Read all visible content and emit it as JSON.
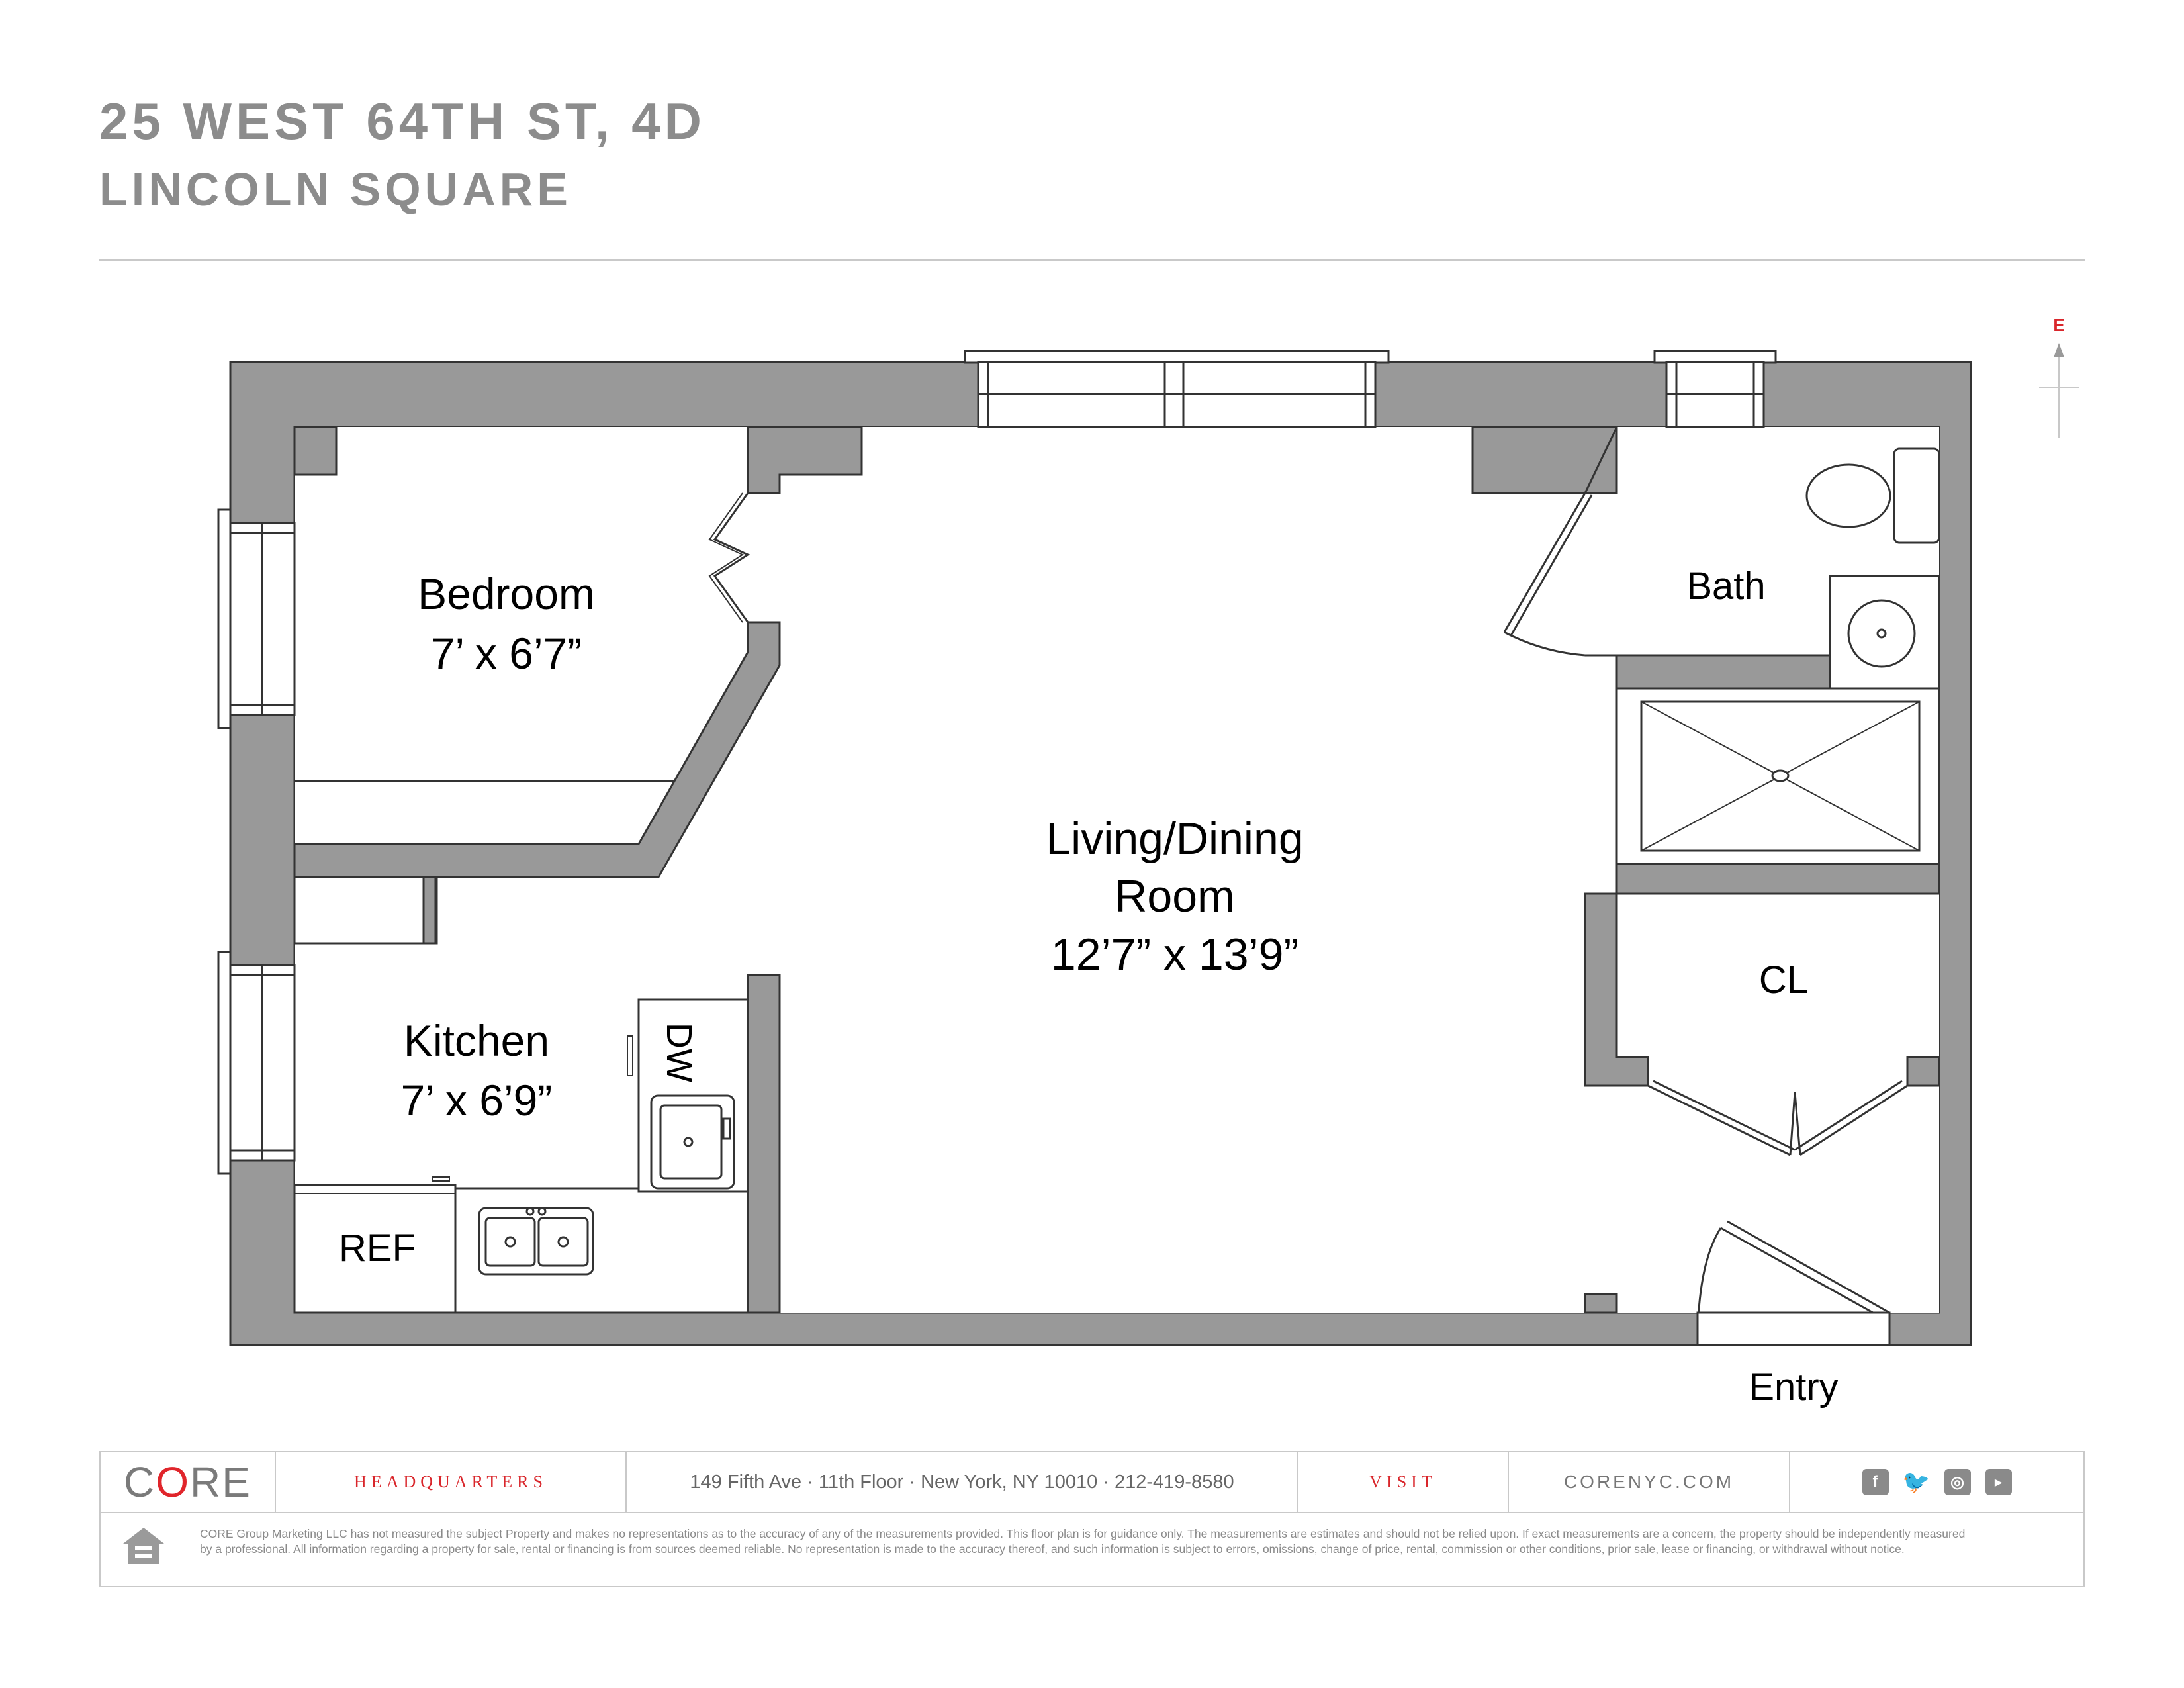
{
  "header": {
    "address": "25 WEST 64TH ST, 4D",
    "neighborhood": "LINCOLN SQUARE"
  },
  "compass": {
    "label": "E",
    "color": "#d9262b"
  },
  "rooms": {
    "bedroom": {
      "name": "Bedroom",
      "size": "7’ x 6’7”"
    },
    "living": {
      "name_line1": "Living/Dining",
      "name_line2": "Room",
      "size": "12’7” x 13’9”"
    },
    "bath": {
      "name": "Bath"
    },
    "closet": {
      "name": "CL"
    },
    "kitchen": {
      "name": "Kitchen",
      "size": "7’ x 6’9”"
    },
    "dishwasher": {
      "name": "DW"
    },
    "refrigerator": {
      "name": "REF"
    },
    "entry": {
      "name": "Entry"
    }
  },
  "footer": {
    "logo": {
      "left": "C",
      "accent": "O",
      "right": "RE",
      "accent_color": "#e0252b"
    },
    "headquarters_label": "HEADQUARTERS",
    "address": "149 Fifth Ave · 11th Floor · New York, NY 10010 · 212-419-8580",
    "visit_label": "VISIT",
    "website": "CORENYC.COM",
    "social_icons": [
      "facebook-icon",
      "twitter-icon",
      "instagram-icon",
      "youtube-icon"
    ],
    "disclaimer_line1": "CORE Group Marketing LLC has not measured the subject Property and makes no representations as to the accuracy of any of the measurements provided. This floor plan is for guidance only. The measurements are estimates and should not be relied upon. If exact measurements are a concern, the property should be independently measured",
    "disclaimer_line2": "by a professional. All information regarding a property for sale, rental or financing is from sources deemed reliable. No representation is made to the accuracy thereof, and such information is subject to errors, omissions, change of price, rental, commission or other conditions, prior sale, lease or financing, or withdrawal without notice."
  },
  "colors": {
    "wall": "#999999",
    "header_text": "#8c8c8c",
    "accent": "#d9262b"
  }
}
